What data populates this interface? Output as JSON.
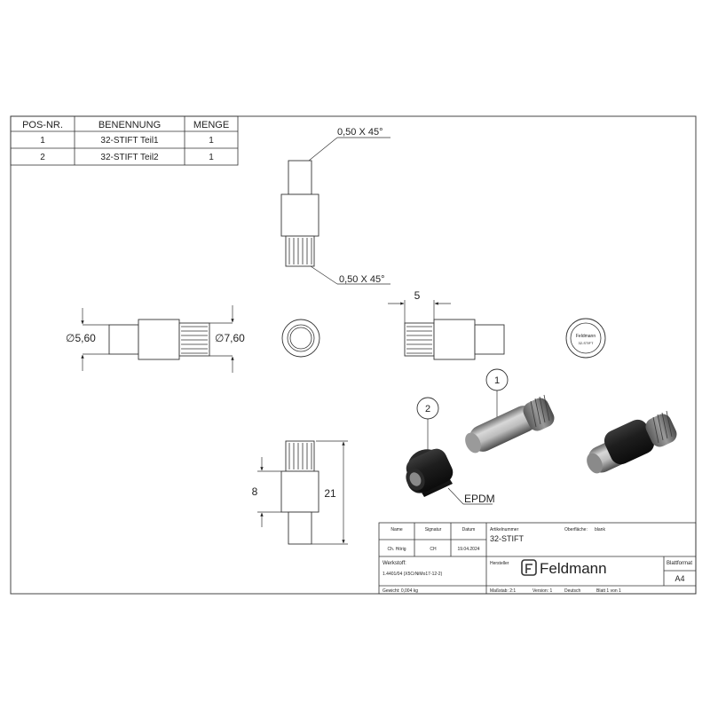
{
  "bom": {
    "headers": [
      "POS-NR.",
      "BENENNUNG",
      "MENGE"
    ],
    "rows": [
      [
        "1",
        "32-STIFT Teil1",
        "1"
      ],
      [
        "2",
        "32-STIFT Teil2",
        "1"
      ]
    ]
  },
  "annotations": {
    "chamfer_top": "0,50 X 45°",
    "chamfer_bottom": "0,50 X 45°",
    "dia_left": "∅5,60",
    "dia_right": "∅7,60",
    "dim_5": "5",
    "dim_8": "8",
    "dim_21": "21",
    "epdm": "EPDM",
    "balloon_1": "1",
    "balloon_2": "2",
    "end_logo": "Feldmann",
    "end_text": "32-STIFT"
  },
  "title_block": {
    "name_label": "Name",
    "signatur_label": "Signatur",
    "datum_label": "Datum",
    "artikelnummer_label": "Artikelnummer",
    "oberflaeche_label": "Oberfläche:",
    "oberflaeche_value": "blank",
    "article_number": "32-STIFT",
    "drawn_by": "Ch. Hörig",
    "signature": "CH",
    "date": "19.04.2024",
    "werkstoff_label": "Werkstoff:",
    "werkstoff_value": "1.4401/04 (X5CrNiMo17-12-2)",
    "hersteller_label": "Hersteller",
    "logo_text": "Feldmann",
    "blattformat_label": "Blattformat",
    "blattformat_value": "A4",
    "gewicht": "Gewicht: 0,004 kg",
    "massstab": "Maßstab: 2:1",
    "version": "Version: 1",
    "sprache": "Deutsch",
    "blatt": "Blatt 1 von 1"
  }
}
